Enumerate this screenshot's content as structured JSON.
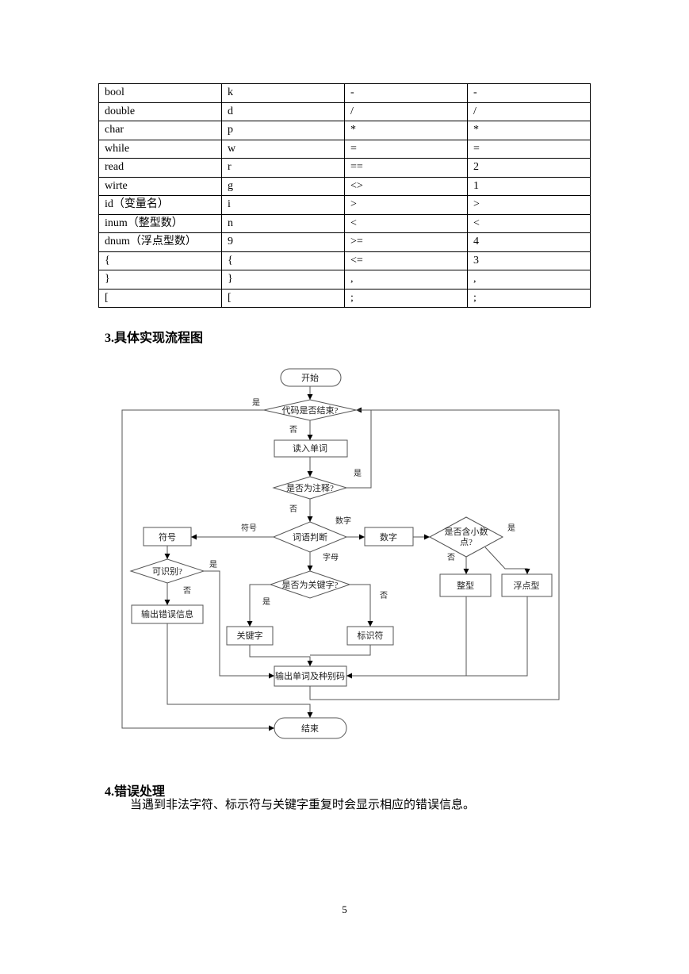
{
  "table": {
    "rows": [
      [
        "bool",
        "k",
        "-",
        "-"
      ],
      [
        "double",
        "d",
        "/",
        "/"
      ],
      [
        "char",
        "p",
        "*",
        "*"
      ],
      [
        "while",
        "w",
        "=",
        "="
      ],
      [
        "read",
        "r",
        "==",
        "2"
      ],
      [
        "wirte",
        "g",
        "<>",
        "1"
      ],
      [
        "id（变量名）",
        "i",
        ">",
        ">"
      ],
      [
        "inum（整型数）",
        "n",
        "<",
        "<"
      ],
      [
        "dnum（浮点型数）",
        "9",
        ">=",
        "4"
      ],
      [
        "{",
        "{",
        "<=",
        "3"
      ],
      [
        "}",
        "}",
        ",",
        ","
      ],
      [
        "[",
        "[",
        ";",
        ";"
      ]
    ]
  },
  "section3": {
    "title": "3.具体实现流程图"
  },
  "flowchart": {
    "start": "开始",
    "code_end": "代码是否结束?",
    "read_word": "读入单词",
    "is_comment": "是否为注释?",
    "word_judge": "词语判断",
    "symbol": "符号",
    "number": "数字",
    "has_decimal_line1": "是否含小数",
    "has_decimal_line2": "点?",
    "recognizable": "可识别?",
    "output_error": "输出错误信息",
    "is_keyword": "是否为关键字?",
    "keyword": "关键字",
    "identifier": "标识符",
    "integer": "整型",
    "float": "浮点型",
    "output_word": "输出单词及种别码",
    "end": "结束",
    "labels": {
      "yes": "是",
      "no": "否",
      "symbol_branch": "符号",
      "number_branch": "数字",
      "letter_branch": "字母"
    }
  },
  "section4": {
    "title": "4.错误处理",
    "text": "当遇到非法字符、标示符与关键字重复时会显示相应的错误信息。"
  },
  "footer": {
    "page_number": "5"
  }
}
